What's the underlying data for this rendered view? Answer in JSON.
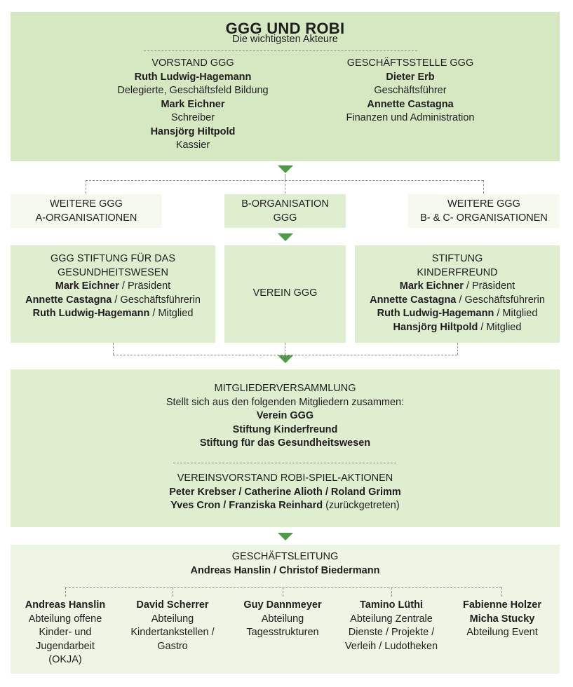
{
  "title": "GGG UND ROBI",
  "subtitle": "Die wichtigsten Akteure",
  "vorstand": {
    "heading": "VORSTAND GGG",
    "members": [
      {
        "name": "Ruth Ludwig-Hagemann",
        "role": "Delegierte, Geschäftsfeld Bildung"
      },
      {
        "name": "Mark Eichner",
        "role": "Schreiber"
      },
      {
        "name": "Hansjörg Hiltpold",
        "role": "Kassier"
      }
    ]
  },
  "geschaeftsstelle": {
    "heading": "GESCHÄFTSSTELLE GGG",
    "members": [
      {
        "name": "Dieter Erb",
        "role": "Geschäftsführer"
      },
      {
        "name": "Annette Castagna",
        "role": "Finanzen und Administration"
      }
    ]
  },
  "orgs": {
    "left": [
      "WEITERE GGG",
      "A-ORGANISATIONEN"
    ],
    "center": [
      "B-ORGANISATION",
      "GGG"
    ],
    "right": [
      "WEITERE GGG",
      "B- & C- ORGANISATIONEN"
    ]
  },
  "stiftung_gesundheit": {
    "heading": [
      "GGG STIFTUNG FÜR DAS",
      "GESUNDHEITSWESEN"
    ],
    "members": [
      {
        "name": "Mark Eichner",
        "role": " / Präsident"
      },
      {
        "name": "Annette Castagna",
        "role": " / Geschäftsführerin"
      },
      {
        "name": "Ruth Ludwig-Hagemann",
        "role": " / Mitglied"
      }
    ]
  },
  "verein": "VEREIN GGG",
  "stiftung_kinderfreund": {
    "heading": [
      "STIFTUNG",
      "KINDERFREUND"
    ],
    "members": [
      {
        "name": "Mark Eichner",
        "role": " / Präsident"
      },
      {
        "name": "Annette Castagna",
        "role": " / Geschäftsführerin"
      },
      {
        "name": "Ruth Ludwig-Hagemann",
        "role": " / Mitglied"
      },
      {
        "name": "Hansjörg Hiltpold",
        "role": " / Mitglied"
      }
    ]
  },
  "mitgliederversammlung": {
    "heading": "MITGLIEDERVERSAMMLUNG",
    "intro": "Stellt sich aus den folgenden Mitgliedern zusammen:",
    "members": [
      "Verein GGG",
      "Stiftung Kinderfreund",
      "Stiftung für das Gesundheitswesen"
    ]
  },
  "vereinsvorstand": {
    "heading": "VEREINSVORSTAND ROBI-SPIEL-AKTIONEN",
    "line1": "Peter Krebser / Catherine Alioth / Roland Grimm",
    "line2_bold": "Yves Cron / Franziska Reinhard",
    "line2_note": " (zurückgetreten)"
  },
  "geschaeftsleitung": {
    "heading": "GESCHÄFTSLEITUNG",
    "names": "Andreas Hanslin / Christof Biedermann"
  },
  "abteilungen": [
    {
      "names": [
        "Andreas Hanslin"
      ],
      "desc": [
        "Abteilung offene",
        "Kinder- und",
        "Jugendarbeit",
        "(OKJA)"
      ]
    },
    {
      "names": [
        "David Scherrer"
      ],
      "desc": [
        "Abteilung",
        "Kindertankstellen /",
        "Gastro"
      ]
    },
    {
      "names": [
        "Guy Dannmeyer"
      ],
      "desc": [
        "Abteilung",
        "Tagesstrukturen"
      ]
    },
    {
      "names": [
        "Tamino Lüthi"
      ],
      "desc": [
        "Abteilung Zentrale",
        "Dienste / Projekte /",
        "Verleih / Ludotheken"
      ]
    },
    {
      "names": [
        "Fabienne Holzer",
        "Micha Stucky"
      ],
      "desc": [
        "Abteilung Event"
      ]
    }
  ],
  "colors": {
    "arrow": "#4f9a45",
    "box_dark": "#d6e8c2",
    "box_mid": "#e0eed0",
    "box_light": "#eef5e4",
    "box_lightest": "#f5f9ee"
  }
}
